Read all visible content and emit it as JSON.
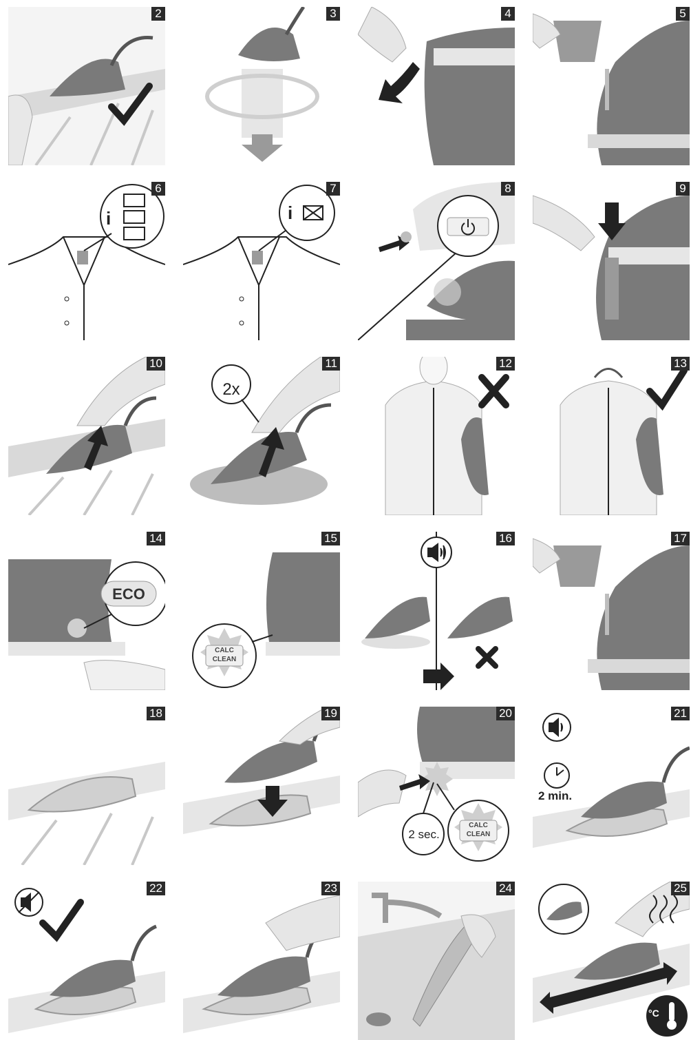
{
  "steps": {
    "s2": "2",
    "s3": "3",
    "s4": "4",
    "s5": "5",
    "s6": "6",
    "s7": "7",
    "s8": "8",
    "s9": "9",
    "s10": "10",
    "s11": "11",
    "s12": "12",
    "s13": "13",
    "s14": "14",
    "s15": "15",
    "s16": "16",
    "s17": "17",
    "s18": "18",
    "s19": "19",
    "s20": "20",
    "s21": "21",
    "s22": "22",
    "s23": "23",
    "s24": "24",
    "s25": "25"
  },
  "labels": {
    "times_two": "2x",
    "eco": "ECO",
    "calc_clean_1": "CALC",
    "calc_clean_2": "CLEAN",
    "two_sec": "2 sec.",
    "two_min": "2 min.",
    "celsius": "°C",
    "info": "i"
  },
  "colors": {
    "number_badge": "#2b2b2b",
    "iron_body": "#7a7a7a",
    "light_gray": "#e6e6e6",
    "mid_gray": "#bdbdbd"
  },
  "icons": [
    "check-icon",
    "cross-icon",
    "arrow-icon",
    "power-icon",
    "sound-icon",
    "mute-icon",
    "timer-icon",
    "thermometer-icon",
    "info-icon",
    "no-iron-icon"
  ]
}
